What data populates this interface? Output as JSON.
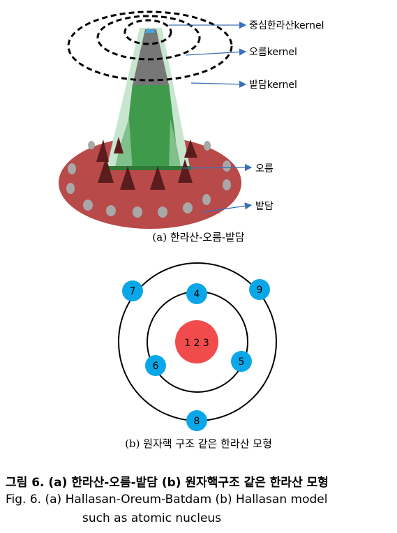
{
  "figure_a": {
    "labels": {
      "center_kernel": "중심한라산kernel",
      "oreum_kernel": "오름kernel",
      "batdam_kernel": "밭담kernel",
      "oreum": "오름",
      "batdam": "밭담"
    },
    "subcaption": "(a) 한라산-오름-밭담",
    "colors": {
      "base": "#b94a4a",
      "stone": "#a6a6a6",
      "tree": "#5a1c1c",
      "mountain_green": "#3f9a4c",
      "peak": "#777777",
      "arrow": "#3b6fb6"
    }
  },
  "figure_b": {
    "nucleus_label": "1 2 3",
    "inner_orbit_nodes": [
      "4",
      "5",
      "6"
    ],
    "outer_orbit_nodes": [
      "7",
      "8",
      "9"
    ],
    "subcaption": "(b) 원자핵 구조 같은 한라산 모형",
    "colors": {
      "nucleus": "#f24b4b",
      "node": "#0aa7e8"
    }
  },
  "caption": {
    "korean": "그림 6. (a) 한라산-오름-밭담 (b) 원자핵구조 같은 한라산 모형",
    "english_line1": "Fig. 6. (a) Hallasan-Oreum-Batdam (b) Hallasan model",
    "english_line2": "such as atomic nucleus"
  }
}
